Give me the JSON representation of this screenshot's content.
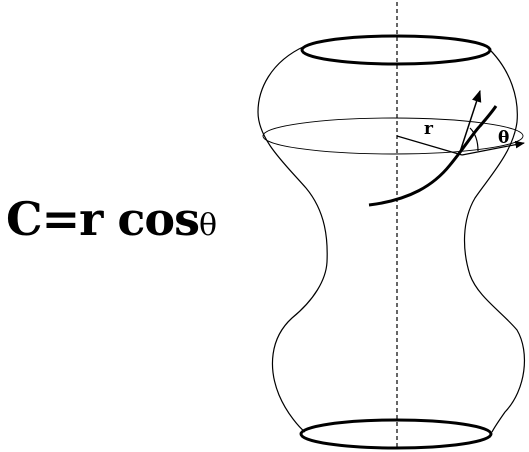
{
  "formula": {
    "main": "C=r cos",
    "symbol": "θ"
  },
  "labels": {
    "radius": "r",
    "angle": "θ"
  },
  "colors": {
    "ink": "#000000",
    "background": "#ffffff"
  }
}
